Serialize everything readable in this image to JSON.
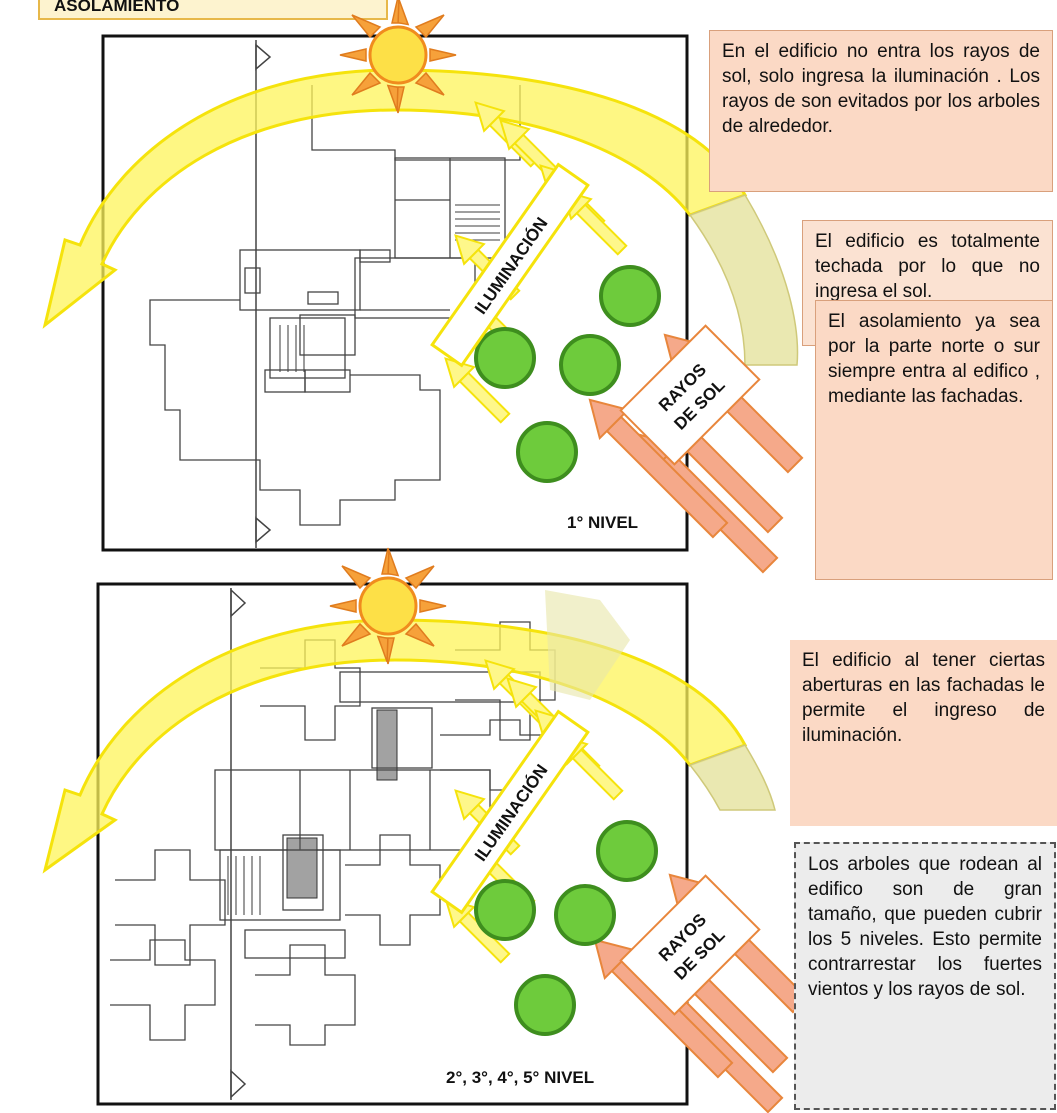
{
  "title": "ASOLAMIENTO",
  "panels": [
    {
      "level_label": "1° NIVEL",
      "light_label": "ILUMINACIÓN",
      "sun_label_1": "RAYOS",
      "sun_label_2": "DE SOL"
    },
    {
      "level_label": "2°, 3°, 4°, 5° NIVEL",
      "light_label": "ILUMINACIÓN",
      "sun_label_1": "RAYOS",
      "sun_label_2": "DE SOL"
    }
  ],
  "notes": {
    "note1": "En el edificio no entra los rayos de sol, solo ingresa la iluminación . Los rayos de son evitados por los arboles de alrededor.",
    "note2": "El edificio es totalmente techada por lo que no ingresa el sol.",
    "note3": "El asolamiento ya sea por la parte norte o sur siempre entra al edifico , mediante las fachadas.",
    "note4": "El edificio al tener ciertas aberturas en las fachadas le permite el ingreso de iluminación.",
    "note5": "Los arboles que rodean al edifico son de gran tamaño, que pueden cubrir los 5 niveles. Esto permite contrarrestar los fuertes vientos y los rayos de sol."
  },
  "colors": {
    "sun_fill": "#fde047",
    "sun_ray": "#f6a13a",
    "arc_yellow": "#fef45a",
    "arc_shadow": "#e8e6a8",
    "light_arrow": "#fef78a",
    "sun_arrow": "#f5a98a",
    "tree": "#6ecb3c",
    "note_bg": "#fbd9c5"
  }
}
